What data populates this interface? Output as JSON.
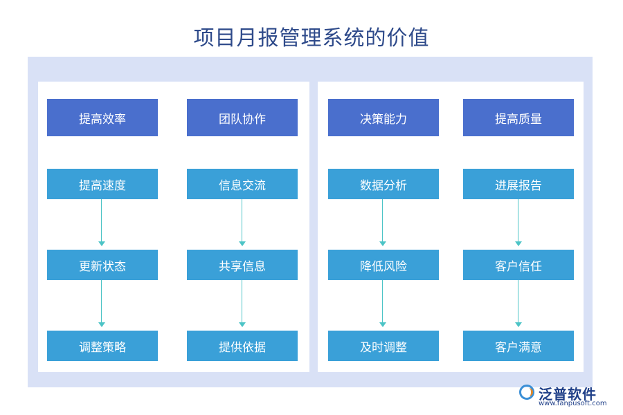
{
  "title": "项目月报管理系统的价值",
  "columns": [
    {
      "head": "提高效率",
      "steps": [
        "提高速度",
        "更新状态",
        "调整策略"
      ]
    },
    {
      "head": "团队协作",
      "steps": [
        "信息交流",
        "共享信息",
        "提供依据"
      ]
    },
    {
      "head": "决策能力",
      "steps": [
        "数据分析",
        "降低风险",
        "及时调整"
      ]
    },
    {
      "head": "提高质量",
      "steps": [
        "进展报告",
        "客户信任",
        "客户满意"
      ]
    }
  ],
  "logo": {
    "name": "泛普软件",
    "url": "www.fanpusoft.com"
  },
  "colors": {
    "head": "#4a6fcd",
    "step": "#3aa0d8",
    "arrow": "#4cc4c6",
    "outer": "#d9e1f6"
  }
}
